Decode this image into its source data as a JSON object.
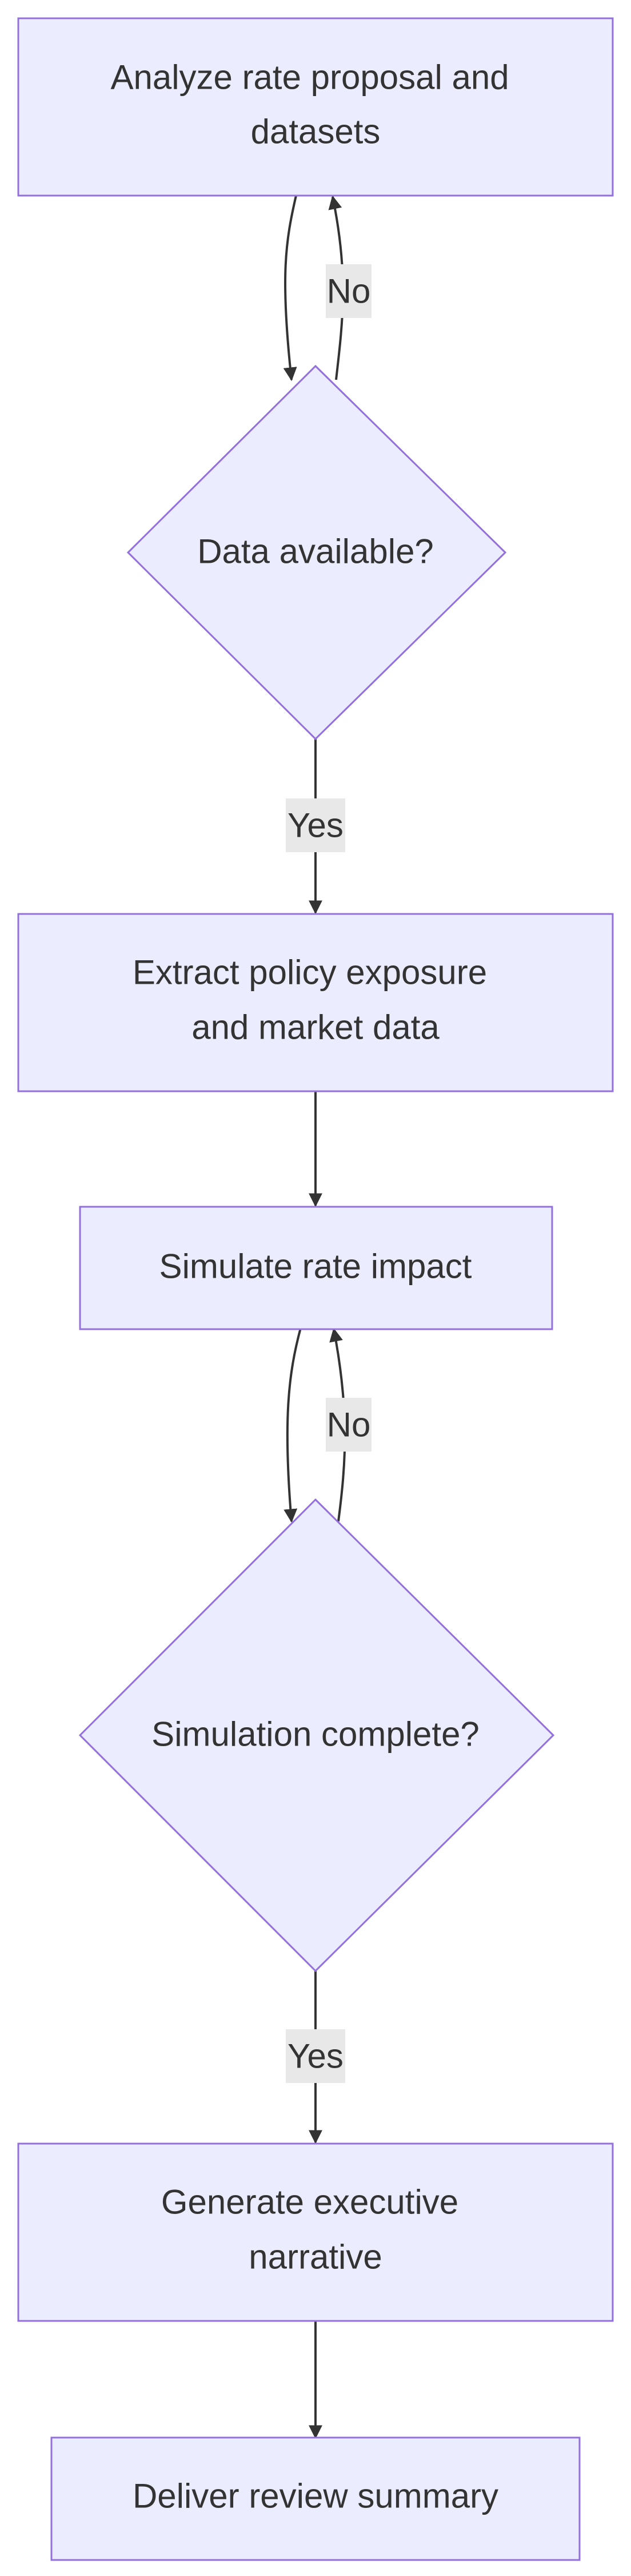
{
  "diagram": {
    "type": "flowchart",
    "colors": {
      "node_fill": "#ececff",
      "node_stroke": "#9370db",
      "text": "#333333",
      "edge": "#333333",
      "label_bg": "#e8e8e8",
      "background": "#ffffff"
    },
    "nodes": {
      "analyze": {
        "shape": "rect",
        "lines": [
          "Analyze rate proposal and",
          "datasets"
        ]
      },
      "data_available": {
        "shape": "diamond",
        "lines": [
          "Data available?"
        ]
      },
      "extract": {
        "shape": "rect",
        "lines": [
          "Extract policy exposure",
          "and market data"
        ]
      },
      "simulate": {
        "shape": "rect",
        "lines": [
          "Simulate rate impact"
        ]
      },
      "simulation_complete": {
        "shape": "diamond",
        "lines": [
          "Simulation complete?"
        ]
      },
      "generate": {
        "shape": "rect",
        "lines": [
          "Generate executive",
          "narrative"
        ]
      },
      "deliver": {
        "shape": "rect",
        "lines": [
          "Deliver review summary"
        ]
      }
    },
    "edges": [
      {
        "from": "analyze",
        "to": "data_available",
        "label": ""
      },
      {
        "from": "data_available",
        "to": "analyze",
        "label": "No"
      },
      {
        "from": "data_available",
        "to": "extract",
        "label": "Yes"
      },
      {
        "from": "extract",
        "to": "simulate",
        "label": ""
      },
      {
        "from": "simulate",
        "to": "simulation_complete",
        "label": ""
      },
      {
        "from": "simulation_complete",
        "to": "simulate",
        "label": "No"
      },
      {
        "from": "simulation_complete",
        "to": "generate",
        "label": "Yes"
      },
      {
        "from": "generate",
        "to": "deliver",
        "label": ""
      }
    ]
  }
}
